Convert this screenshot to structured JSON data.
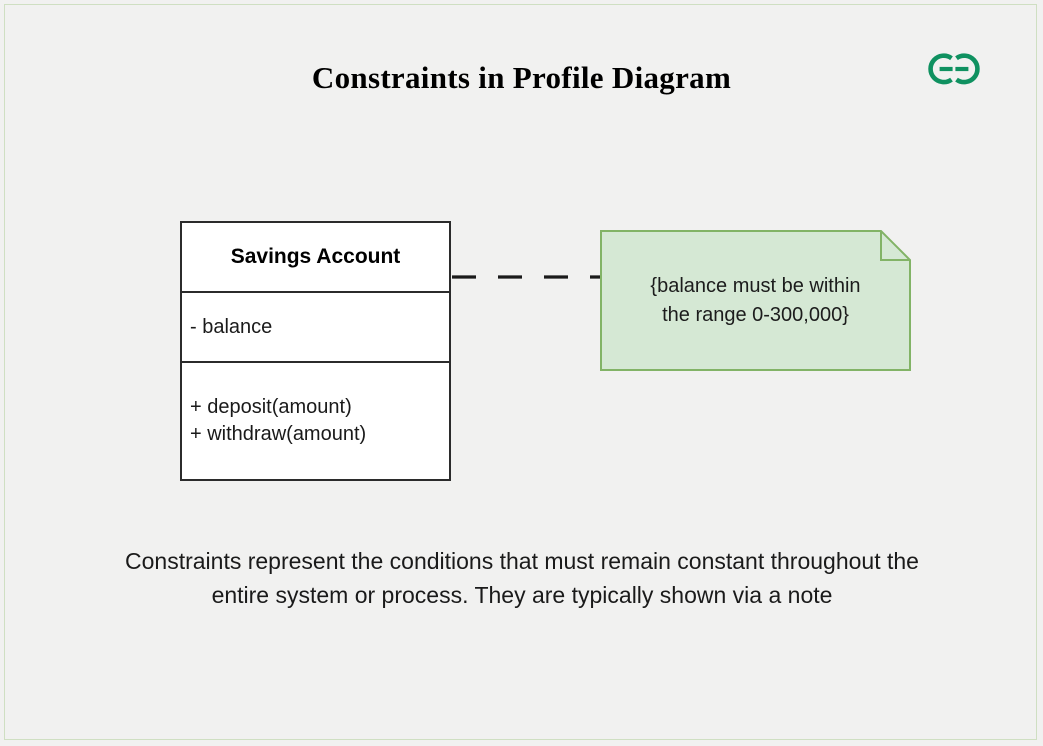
{
  "page": {
    "title": "Constraints in Profile Diagram",
    "background_color": "#f1f1f0",
    "frame_color": "#cfdfc2"
  },
  "logo": {
    "name": "geeksforgeeks-logo",
    "color": "#0f9160"
  },
  "class_box": {
    "name": "Savings Account",
    "attributes": [
      "- balance"
    ],
    "operations": [
      "+ deposit(amount)",
      "+ withdraw(amount)"
    ],
    "fill_color": "#ffffff",
    "border_color": "#2b2b2b"
  },
  "connector": {
    "name": "dashed-link",
    "style": "dashed",
    "color": "#1a1a1a"
  },
  "note": {
    "text": "{balance must be within the range 0-300,000}",
    "line1": "{balance must be within",
    "line2": "the range 0-300,000}",
    "fill_color": "#d5e8d4",
    "border_color": "#82b366"
  },
  "caption": {
    "text": "Constraints represent the conditions that must remain constant throughout the entire system or process. They are typically shown via a note"
  }
}
